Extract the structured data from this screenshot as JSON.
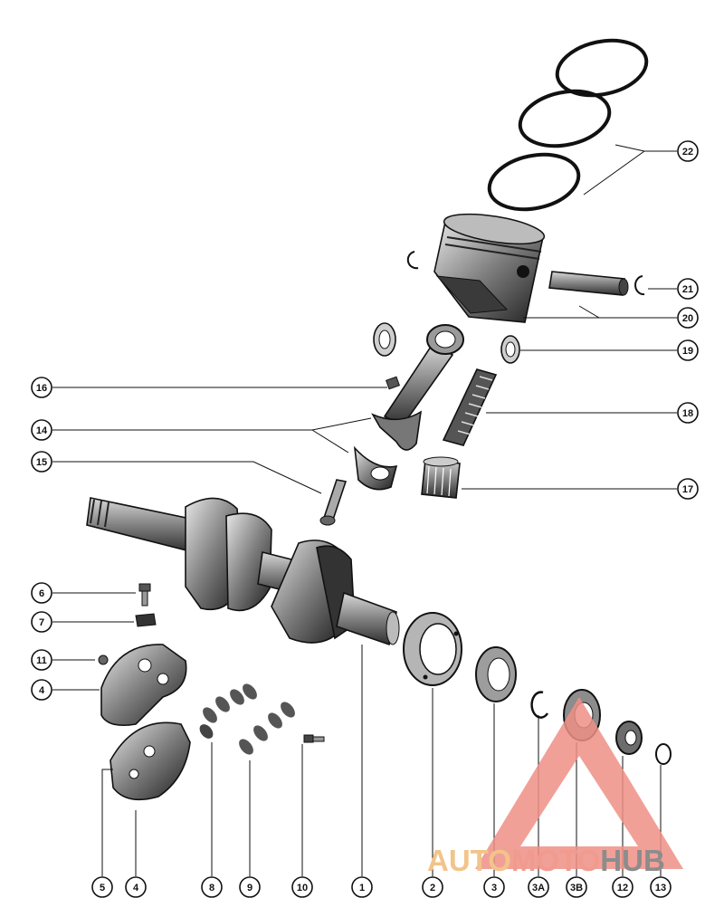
{
  "diagram": {
    "callouts": [
      {
        "id": "c22",
        "label": "22"
      },
      {
        "id": "c21",
        "label": "21"
      },
      {
        "id": "c20",
        "label": "20"
      },
      {
        "id": "c19",
        "label": "19"
      },
      {
        "id": "c18",
        "label": "18"
      },
      {
        "id": "c17",
        "label": "17"
      },
      {
        "id": "c16",
        "label": "16"
      },
      {
        "id": "c14",
        "label": "14"
      },
      {
        "id": "c15",
        "label": "15"
      },
      {
        "id": "c6",
        "label": "6"
      },
      {
        "id": "c7",
        "label": "7"
      },
      {
        "id": "c11",
        "label": "11"
      },
      {
        "id": "c4a",
        "label": "4"
      },
      {
        "id": "c5",
        "label": "5"
      },
      {
        "id": "c4b",
        "label": "4"
      },
      {
        "id": "c8",
        "label": "8"
      },
      {
        "id": "c9",
        "label": "9"
      },
      {
        "id": "c10",
        "label": "10"
      },
      {
        "id": "c1",
        "label": "1"
      },
      {
        "id": "c2",
        "label": "2"
      },
      {
        "id": "c3",
        "label": "3"
      },
      {
        "id": "c3a",
        "label": "3A"
      },
      {
        "id": "c3b",
        "label": "3B"
      },
      {
        "id": "c12",
        "label": "12"
      },
      {
        "id": "c13",
        "label": "13"
      }
    ]
  },
  "watermark": {
    "part1": "AUTO",
    "part2": "MOTO",
    "part3": "HUB",
    "colors": {
      "auto": "#f2c48a",
      "moto": "#f19a8e",
      "hub": "#8c8c8c",
      "triangle": "#ee8f86"
    }
  }
}
